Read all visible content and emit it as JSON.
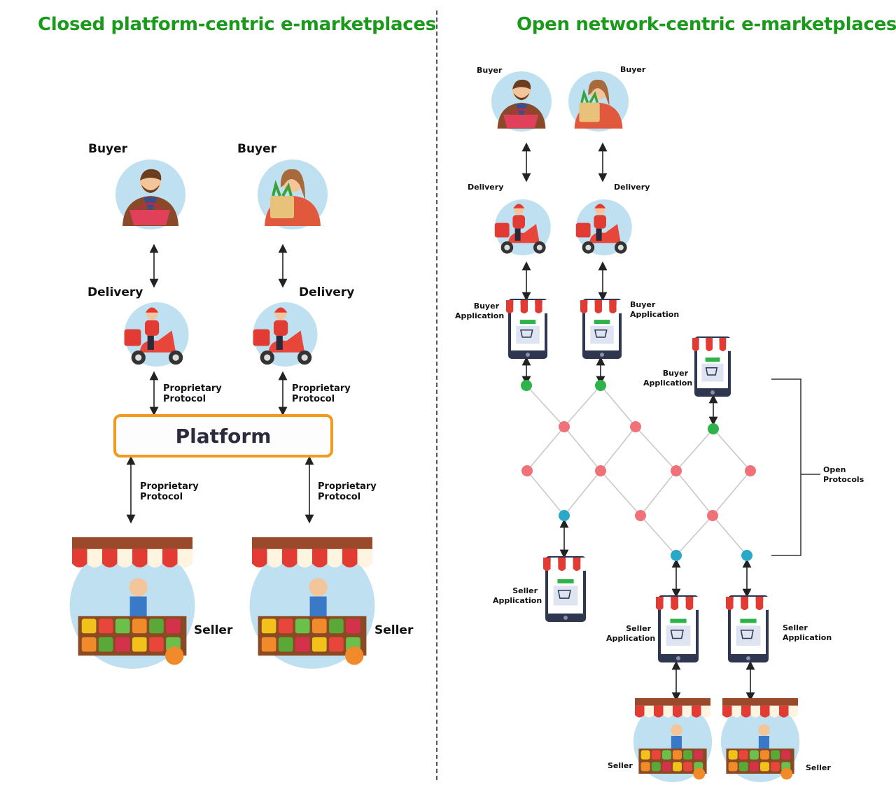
{
  "left": {
    "title": "Closed platform-centric e-marketplaces",
    "buyer_label": "Buyer",
    "delivery_label": "Delivery",
    "platform_label": "Platform",
    "protocol_label_line1": "Proprietary",
    "protocol_label_line2": "Protocol",
    "seller_label": "Seller"
  },
  "right": {
    "title": "Open network-centric e-marketplaces",
    "buyer_label": "Buyer",
    "delivery_label": "Delivery",
    "buyer_app_line1": "Buyer",
    "buyer_app_line2": "Application",
    "seller_app_line1": "Seller",
    "seller_app_line2": "Application",
    "open_protocols_line1": "Open",
    "open_protocols_line2": "Protocols",
    "seller_label": "Seller"
  },
  "colors": {
    "title_green": "#1a9a1a",
    "platform_border": "#f39a1e",
    "node_green": "#2db34a",
    "node_pink": "#f07178",
    "node_teal": "#2ba8c8",
    "awning_red": "#e23b33",
    "avatar_bg": "#bfe0f0"
  },
  "icons": [
    "buyer-man-icon",
    "buyer-woman-icon",
    "delivery-scooter-icon",
    "seller-stall-icon",
    "phone-app-icon"
  ]
}
